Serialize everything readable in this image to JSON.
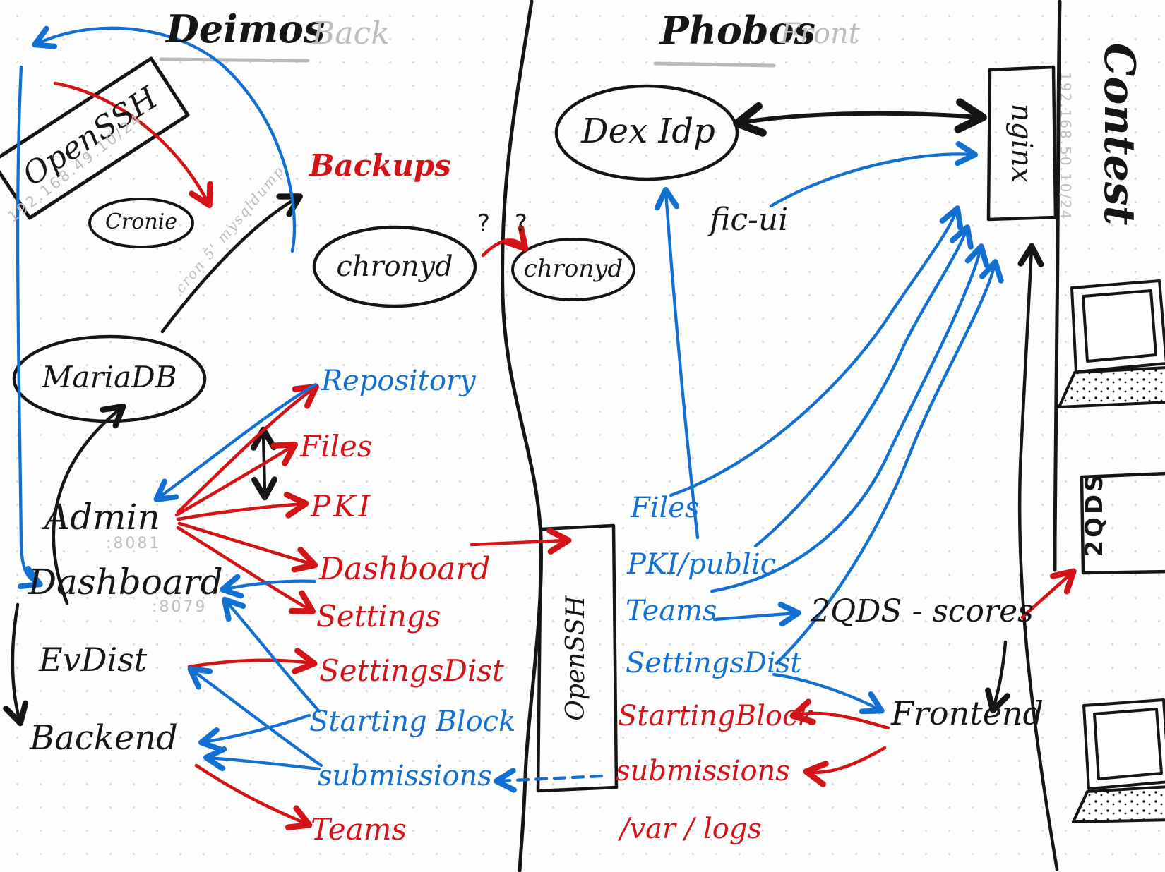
{
  "colors": {
    "ink": "#151515",
    "red": "#d41317",
    "blue": "#1270d2",
    "gray_text": "#bdbdbd",
    "grid_dot": "#dcdcdc"
  },
  "deimos": {
    "title": "Deimos",
    "subtitle": "Back",
    "openssh": "OpenSSH",
    "openssh_ip": "192.168.49.10/24",
    "cronie": "Cronie",
    "backups": "Backups",
    "backup_note": "cron 5' mysqldump",
    "chronyd": "chronyd",
    "mariadb": "MariaDB",
    "admin": "Admin",
    "admin_port": ":8081",
    "dashboard": "Dashboard",
    "dashboard_port": ":8079",
    "evdist": "EvDist",
    "backend": "Backend",
    "services": [
      {
        "label": "Repository",
        "color": "blue"
      },
      {
        "label": "Files",
        "color": "red"
      },
      {
        "label": "PKI",
        "color": "red"
      },
      {
        "label": "Dashboard",
        "color": "red"
      },
      {
        "label": "Settings",
        "color": "red"
      },
      {
        "label": "SettingsDist",
        "color": "red"
      },
      {
        "label": "Starting Block",
        "color": "blue"
      },
      {
        "label": "submissions",
        "color": "blue"
      },
      {
        "label": "Teams",
        "color": "red"
      }
    ]
  },
  "middle": {
    "openssh": "OpenSSH",
    "link_question": "? ?"
  },
  "phobos": {
    "title": "Phobos",
    "subtitle": "Front",
    "chronyd": "chronyd",
    "dexidp": "Dex Idp",
    "nginx": "nginx",
    "nginx_ip": "192.168.50.10/24",
    "ficui": "fic-ui",
    "services": [
      {
        "label": "Files",
        "color": "blue"
      },
      {
        "label": "PKI/public",
        "color": "blue"
      },
      {
        "label": "Teams",
        "color": "blue"
      },
      {
        "label": "SettingsDist",
        "color": "blue"
      },
      {
        "label": "StartingBlock",
        "color": "red"
      },
      {
        "label": "submissions",
        "color": "red"
      },
      {
        "label": "/var / logs",
        "color": "red"
      }
    ],
    "scores": "2QDS - scores",
    "frontend": "Frontend"
  },
  "contest": {
    "title": "Contest",
    "scoreboard": "2QDS"
  }
}
